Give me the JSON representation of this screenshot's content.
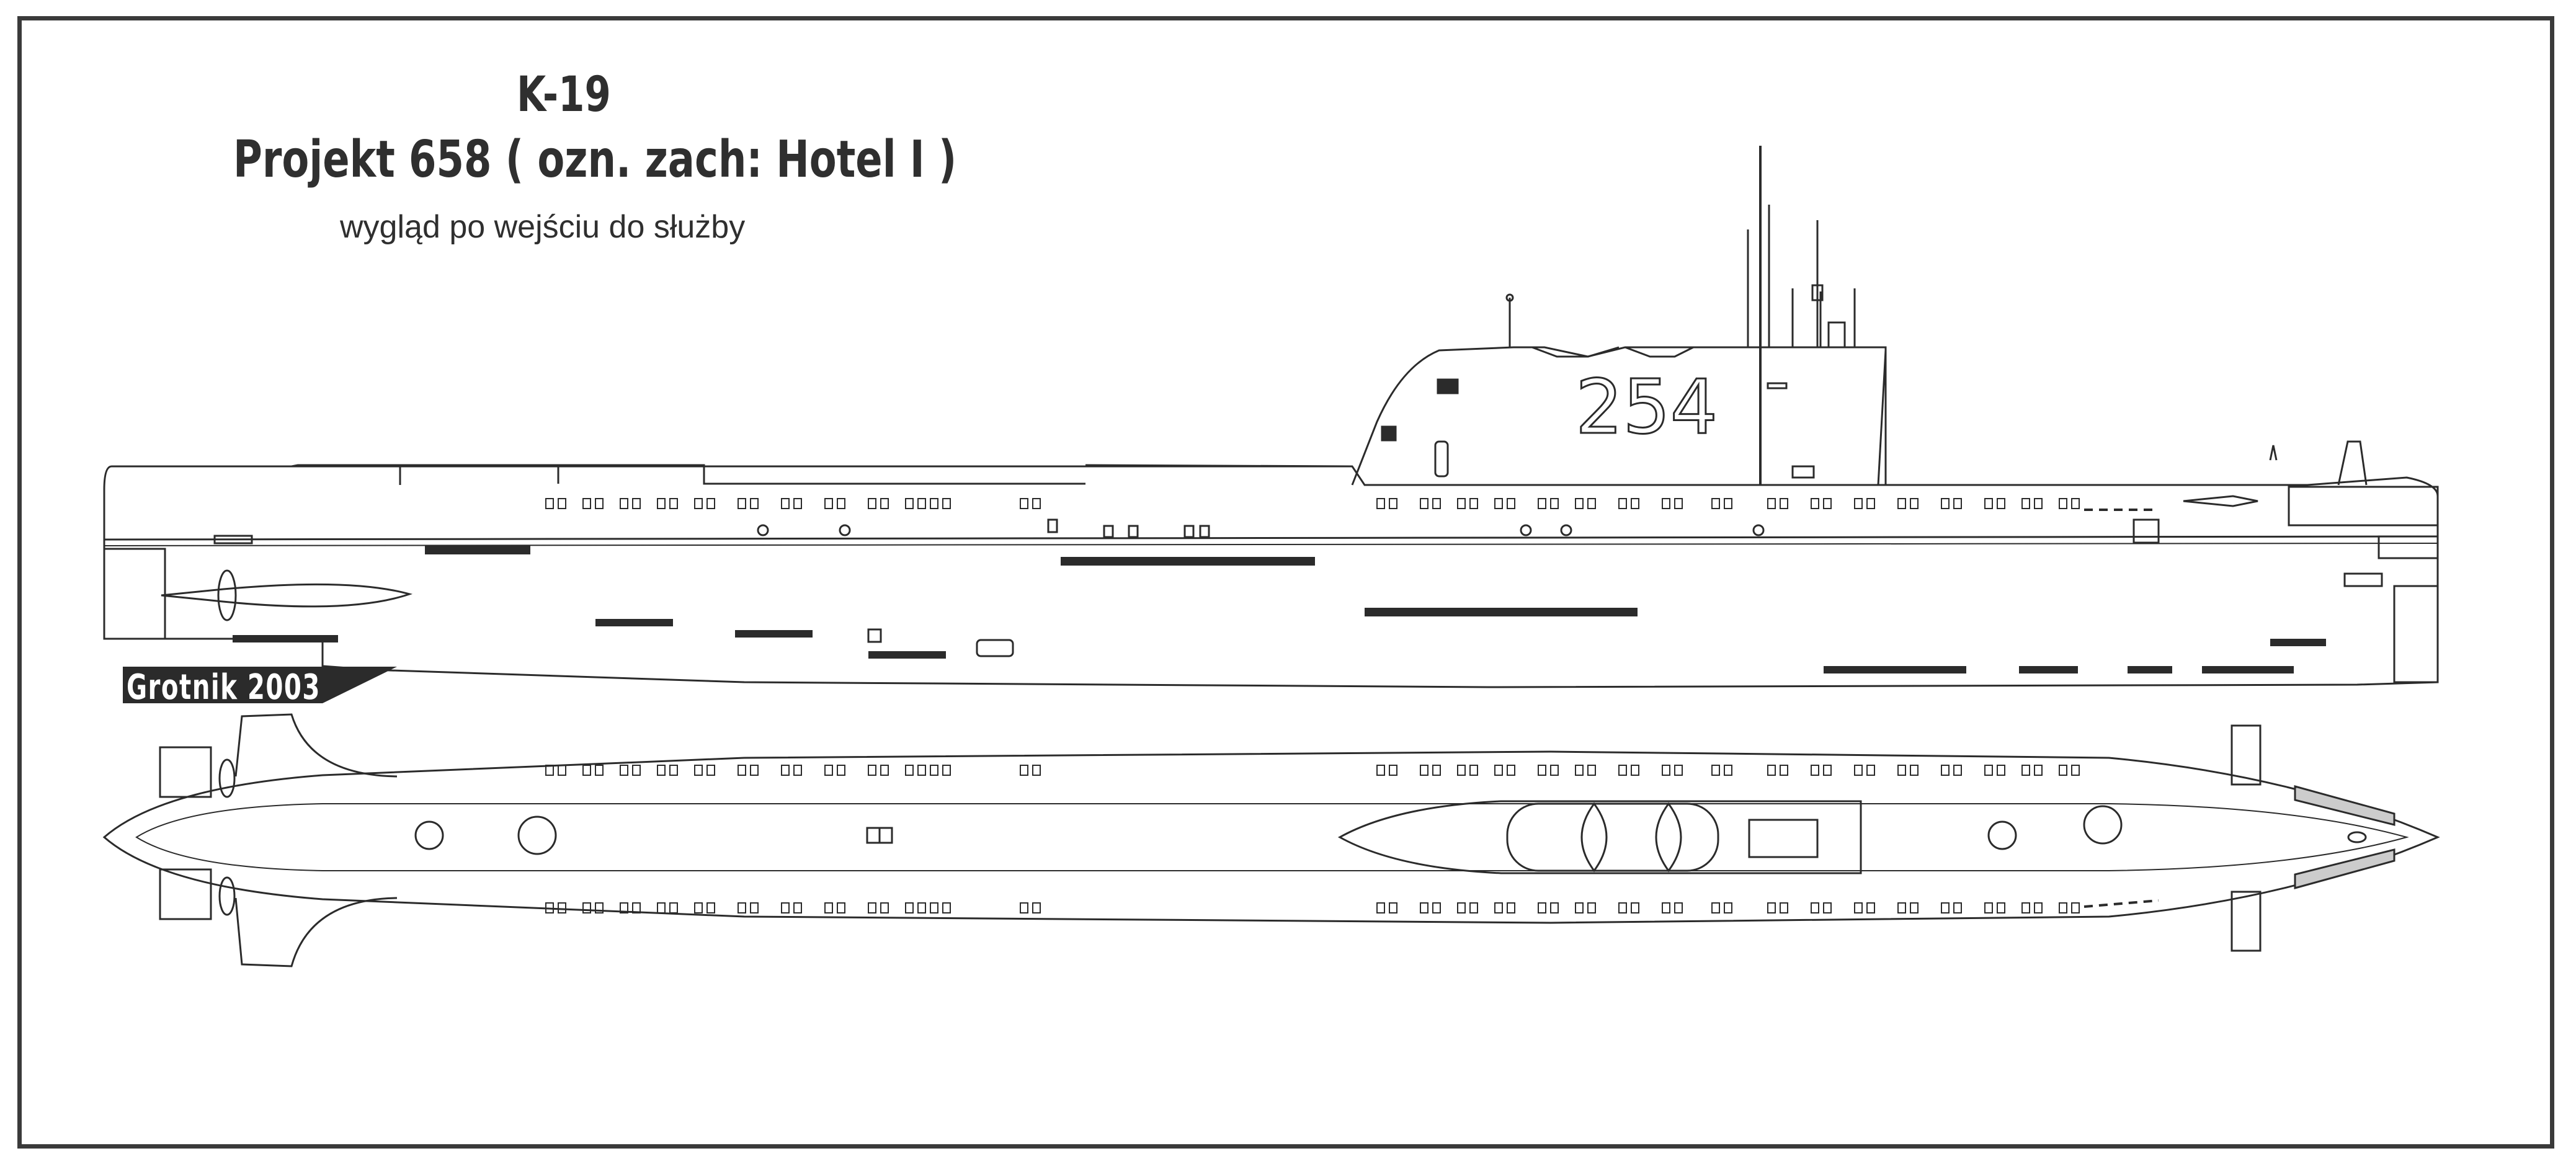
{
  "drawing": {
    "title_line1": "K-19",
    "title_line2": "Projekt 658 ( ozn. zach: Hotel I )",
    "subtitle": "wygląd po wejściu do służby",
    "hull_number": "254",
    "author_signature": "Grotnik 2003"
  },
  "colors": {
    "frame": "#3a3a3a",
    "line": "#2b2b2b",
    "fill_dark": "#2b2b2b",
    "background": "#ffffff"
  }
}
